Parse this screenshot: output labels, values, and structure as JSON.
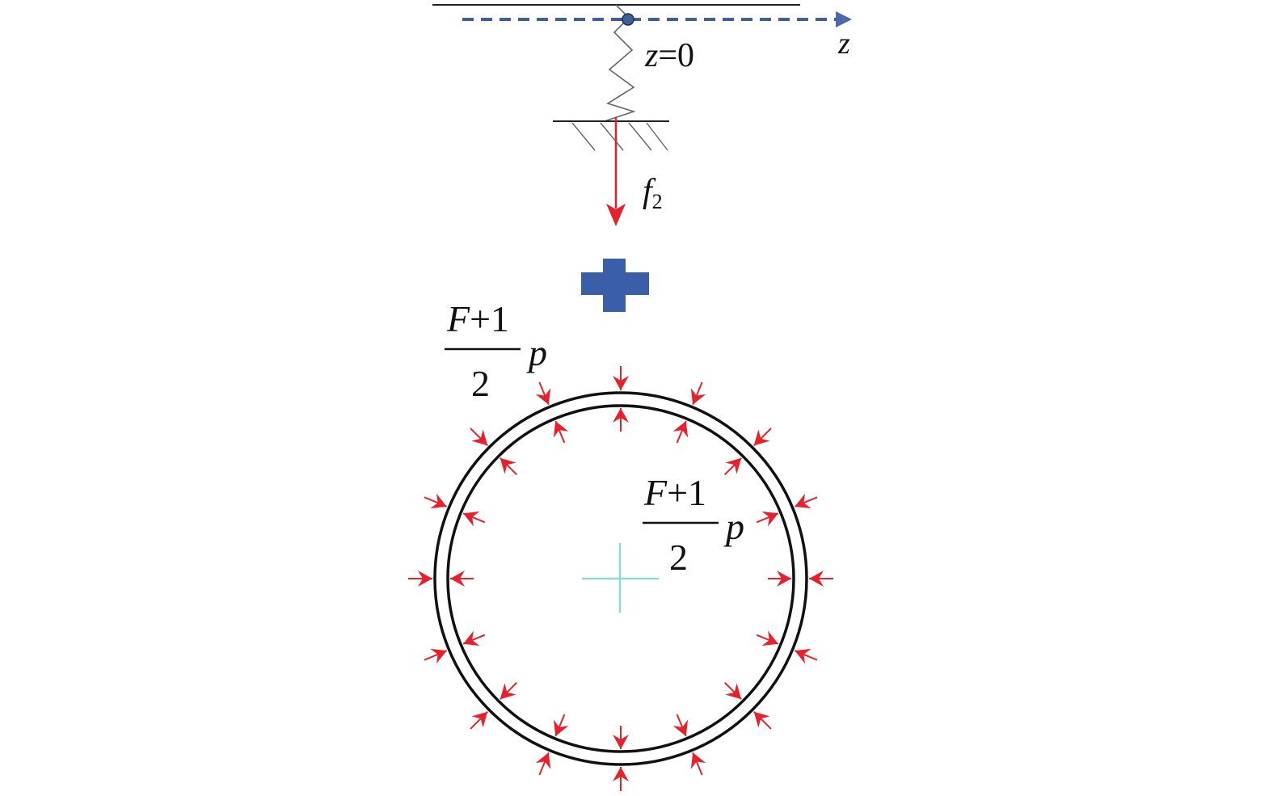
{
  "colors": {
    "axis_line": "#3f5f9a",
    "spring": "#666666",
    "ground": "#222222",
    "force_arrow": "#e8202a",
    "plus_sign": "#3b5ea8",
    "ring": "#111111",
    "center_cross": "#8fd8d6"
  },
  "top": {
    "axis_label": "z",
    "position_var": "z",
    "position_eq": "=0",
    "force_base": "f",
    "force_sub": "2"
  },
  "plus_icon": "plus-icon",
  "ring": {
    "outer_label": {
      "numerator_var": "F",
      "numerator_rest": "+1",
      "denominator": "2",
      "factor": "p"
    },
    "inner_label": {
      "numerator_var": "F",
      "numerator_rest": "+1",
      "denominator": "2",
      "factor": "p"
    },
    "outer_arrow_count": 16,
    "inner_arrow_count": 16
  }
}
